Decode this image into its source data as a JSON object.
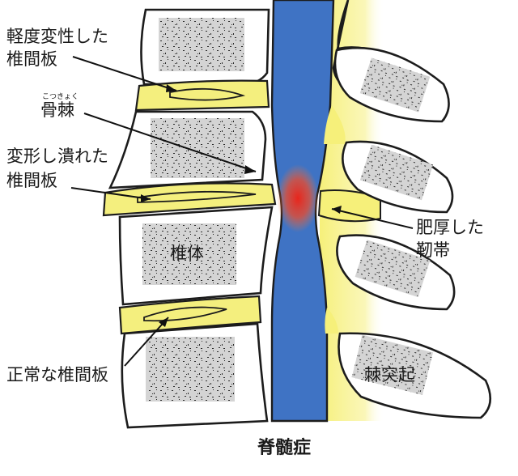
{
  "labels": {
    "degenerated_disc_line1": "軽度変性した",
    "degenerated_disc_line2": "椎間板",
    "bone_spur_ruby": "こつきょく",
    "bone_spur": "骨棘",
    "crushed_disc_line1": "変形し潰れた",
    "crushed_disc_line2": "椎間板",
    "thickened_ligament_line1": "肥厚した",
    "thickened_ligament_line2": "靭帯",
    "vertebral_body": "椎体",
    "normal_disc": "正常な椎間板",
    "spinous_process": "棘突起",
    "title": "脊髄症"
  },
  "colors": {
    "spinal_cord": "#3f73c4",
    "disc": "#f4ef7e",
    "ligament": "#f6f07a",
    "compression": "#e8251c",
    "marrow": "#d4d4d4"
  }
}
